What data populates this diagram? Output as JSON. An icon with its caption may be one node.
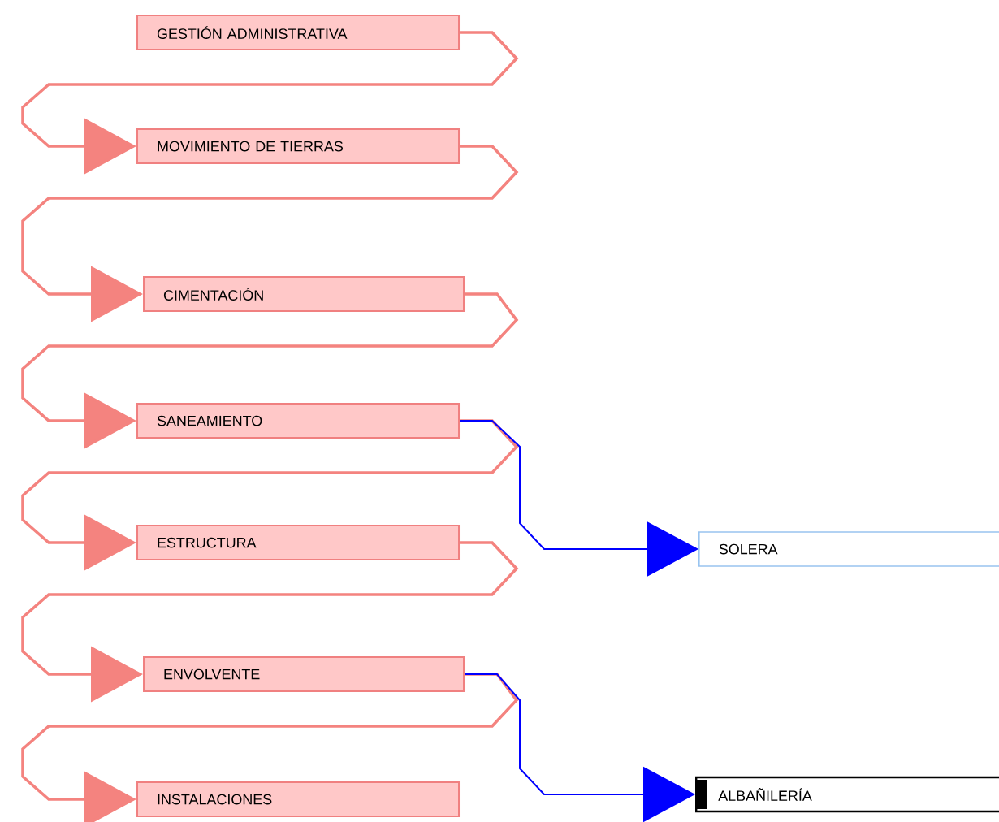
{
  "diagram": {
    "nodes": [
      {
        "text": [
          "GESTIÓN ADMINISTRATIVA"
        ]
      },
      {
        "text": [
          "MOVIMIENTO DE TIERRAS"
        ]
      },
      {
        "text": [
          "CIMENTACIÓN"
        ]
      },
      {
        "text": [
          "SANEAMIENTO"
        ]
      },
      {
        "text": [
          "ESTRUCTURA"
        ]
      },
      {
        "text": [
          "ENVOLVENTE"
        ]
      },
      {
        "text": [
          "INSTALACIONES"
        ]
      },
      {
        "text": [
          "SOLERA"
        ]
      },
      {
        "text": [
          "ALBAÑILERÍA"
        ]
      }
    ],
    "edges": [
      {
        "from": 0,
        "to": 1,
        "arrow": "to"
      },
      {
        "from": 1,
        "to": 2,
        "arrow": "to"
      },
      {
        "from": 2,
        "to": 3,
        "arrow": "to"
      },
      {
        "from": 3,
        "to": 4,
        "arrow": "to"
      },
      {
        "from": 4,
        "to": 5,
        "arrow": "to"
      },
      {
        "from": 5,
        "to": 6,
        "arrow": "to"
      },
      {
        "from": 3,
        "to": 7,
        "arrow": "to",
        "color": "#0000ff"
      },
      {
        "from": 5,
        "to": 8,
        "arrow": "to",
        "color": "#0000ff"
      }
    ]
  }
}
